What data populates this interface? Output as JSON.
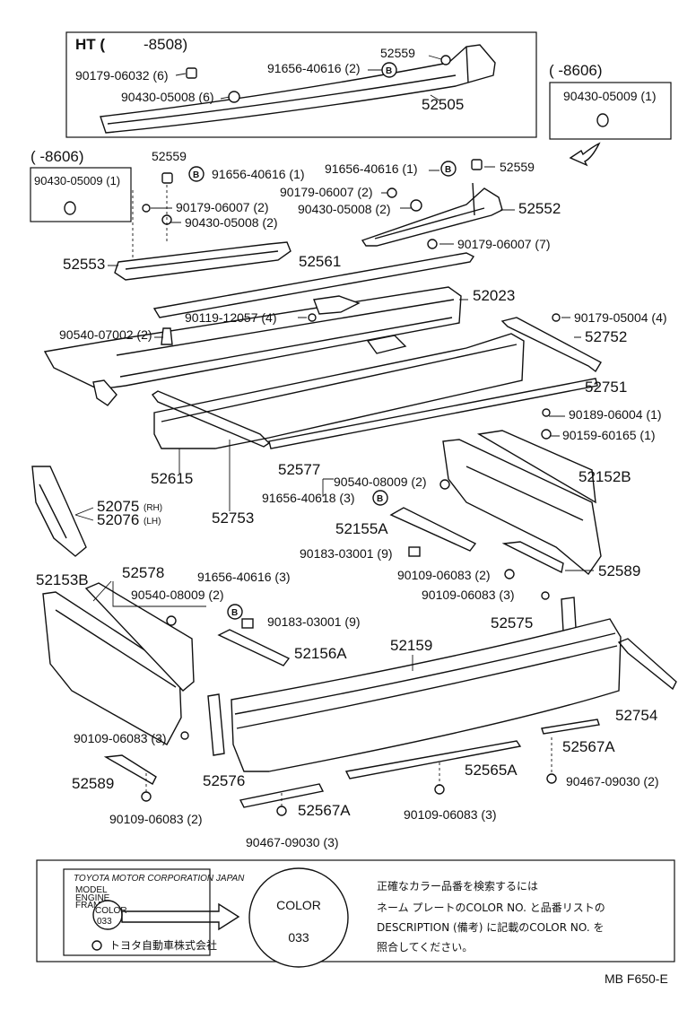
{
  "boxes": {
    "ht": {
      "title_prefix": "HT (",
      "title_range": "-8508)"
    },
    "top_right": {
      "range": "(      -8606)",
      "label": "90430-05009 (1)"
    },
    "left": {
      "range": "(      -8606)",
      "label": "90430-05009 (1)"
    }
  },
  "labels": {
    "l52559a": "52559",
    "l90179_06032": "90179-06032 (6)",
    "l91656_40616a": "91656-40616 (2)",
    "l90430_05008a": "90430-05008 (6)",
    "l52505": "52505",
    "l52559b": "52559",
    "l91656_40616b": "91656-40616 (1)",
    "l90179_06007a": "90179-06007 (2)",
    "l90430_05008b": "90430-05008 (2)",
    "l52553": "52553",
    "l91656_40616c": "91656-40616 (1)",
    "l52559c": "52559",
    "l90179_06007b": "90179-06007 (2)",
    "l90430_05008c": "90430-05008 (2)",
    "l52552": "52552",
    "l90179_06007c": "90179-06007 (7)",
    "l52561": "52561",
    "l52023": "52023",
    "l90119_12057": "90119-12057 (4)",
    "l90540_07002": "90540-07002 (2)",
    "l90179_05004": "90179-05004 (4)",
    "l52752": "52752",
    "l52751": "52751",
    "l90189_06004": "90189-06004 (1)",
    "l90159_60165": "90159-60165 (1)",
    "l52615": "52615",
    "l52753": "52753",
    "l52577": "52577",
    "l90540_08009a": "90540-08009 (2)",
    "l91656_40618": "91656-40618 (3)",
    "l52152B": "52152B",
    "l52075": "52075",
    "l52075_side": "(RH)",
    "l52076": "52076",
    "l52076_side": "(LH)",
    "l52155A": "52155A",
    "l90183_03001a": "90183-03001 (9)",
    "l90109_06083a": "90109-06083 (2)",
    "l52589a": "52589",
    "l52153B": "52153B",
    "l52578": "52578",
    "l91656_40616d": "91656-40616 (3)",
    "l90540_08009b": "90540-08009 (2)",
    "l90109_06083b": "90109-06083 (3)",
    "l90183_03001b": "90183-03001 (9)",
    "l52575": "52575",
    "l52156A": "52156A",
    "l52159": "52159",
    "l52754": "52754",
    "l90109_06083c": "90109-06083 (3)",
    "l52567Aa": "52567A",
    "l52565A": "52565A",
    "l52576": "52576",
    "l52589b": "52589",
    "l90467_09030a": "90467-09030 (2)",
    "l90109_06083d": "90109-06083 (2)",
    "l52567Ab": "52567A",
    "l90109_06083e": "90109-06083 (3)",
    "l90467_09030b": "90467-09030 (3)"
  },
  "color_box": {
    "plate_header": "TOYOTA MOTOR CORPORATION JAPAN",
    "plate_model": "MODEL",
    "plate_engine": "ENGINE",
    "plate_frame": "FRAME",
    "plate_color": "COLOR",
    "plate_code": "033",
    "plate_footer": "トヨタ自動車株式会社",
    "circle_color": "COLOR",
    "circle_code": "033",
    "note_line1": "正確なカラー品番を検索するには",
    "note_line2": "ネーム プレートのCOLOR NO. と品番リストの",
    "note_line3": "DESCRIPTION (備考) に記載のCOLOR NO. を",
    "note_line4": "照合してください。"
  },
  "footer": {
    "page_code": "MB  F650-E"
  }
}
